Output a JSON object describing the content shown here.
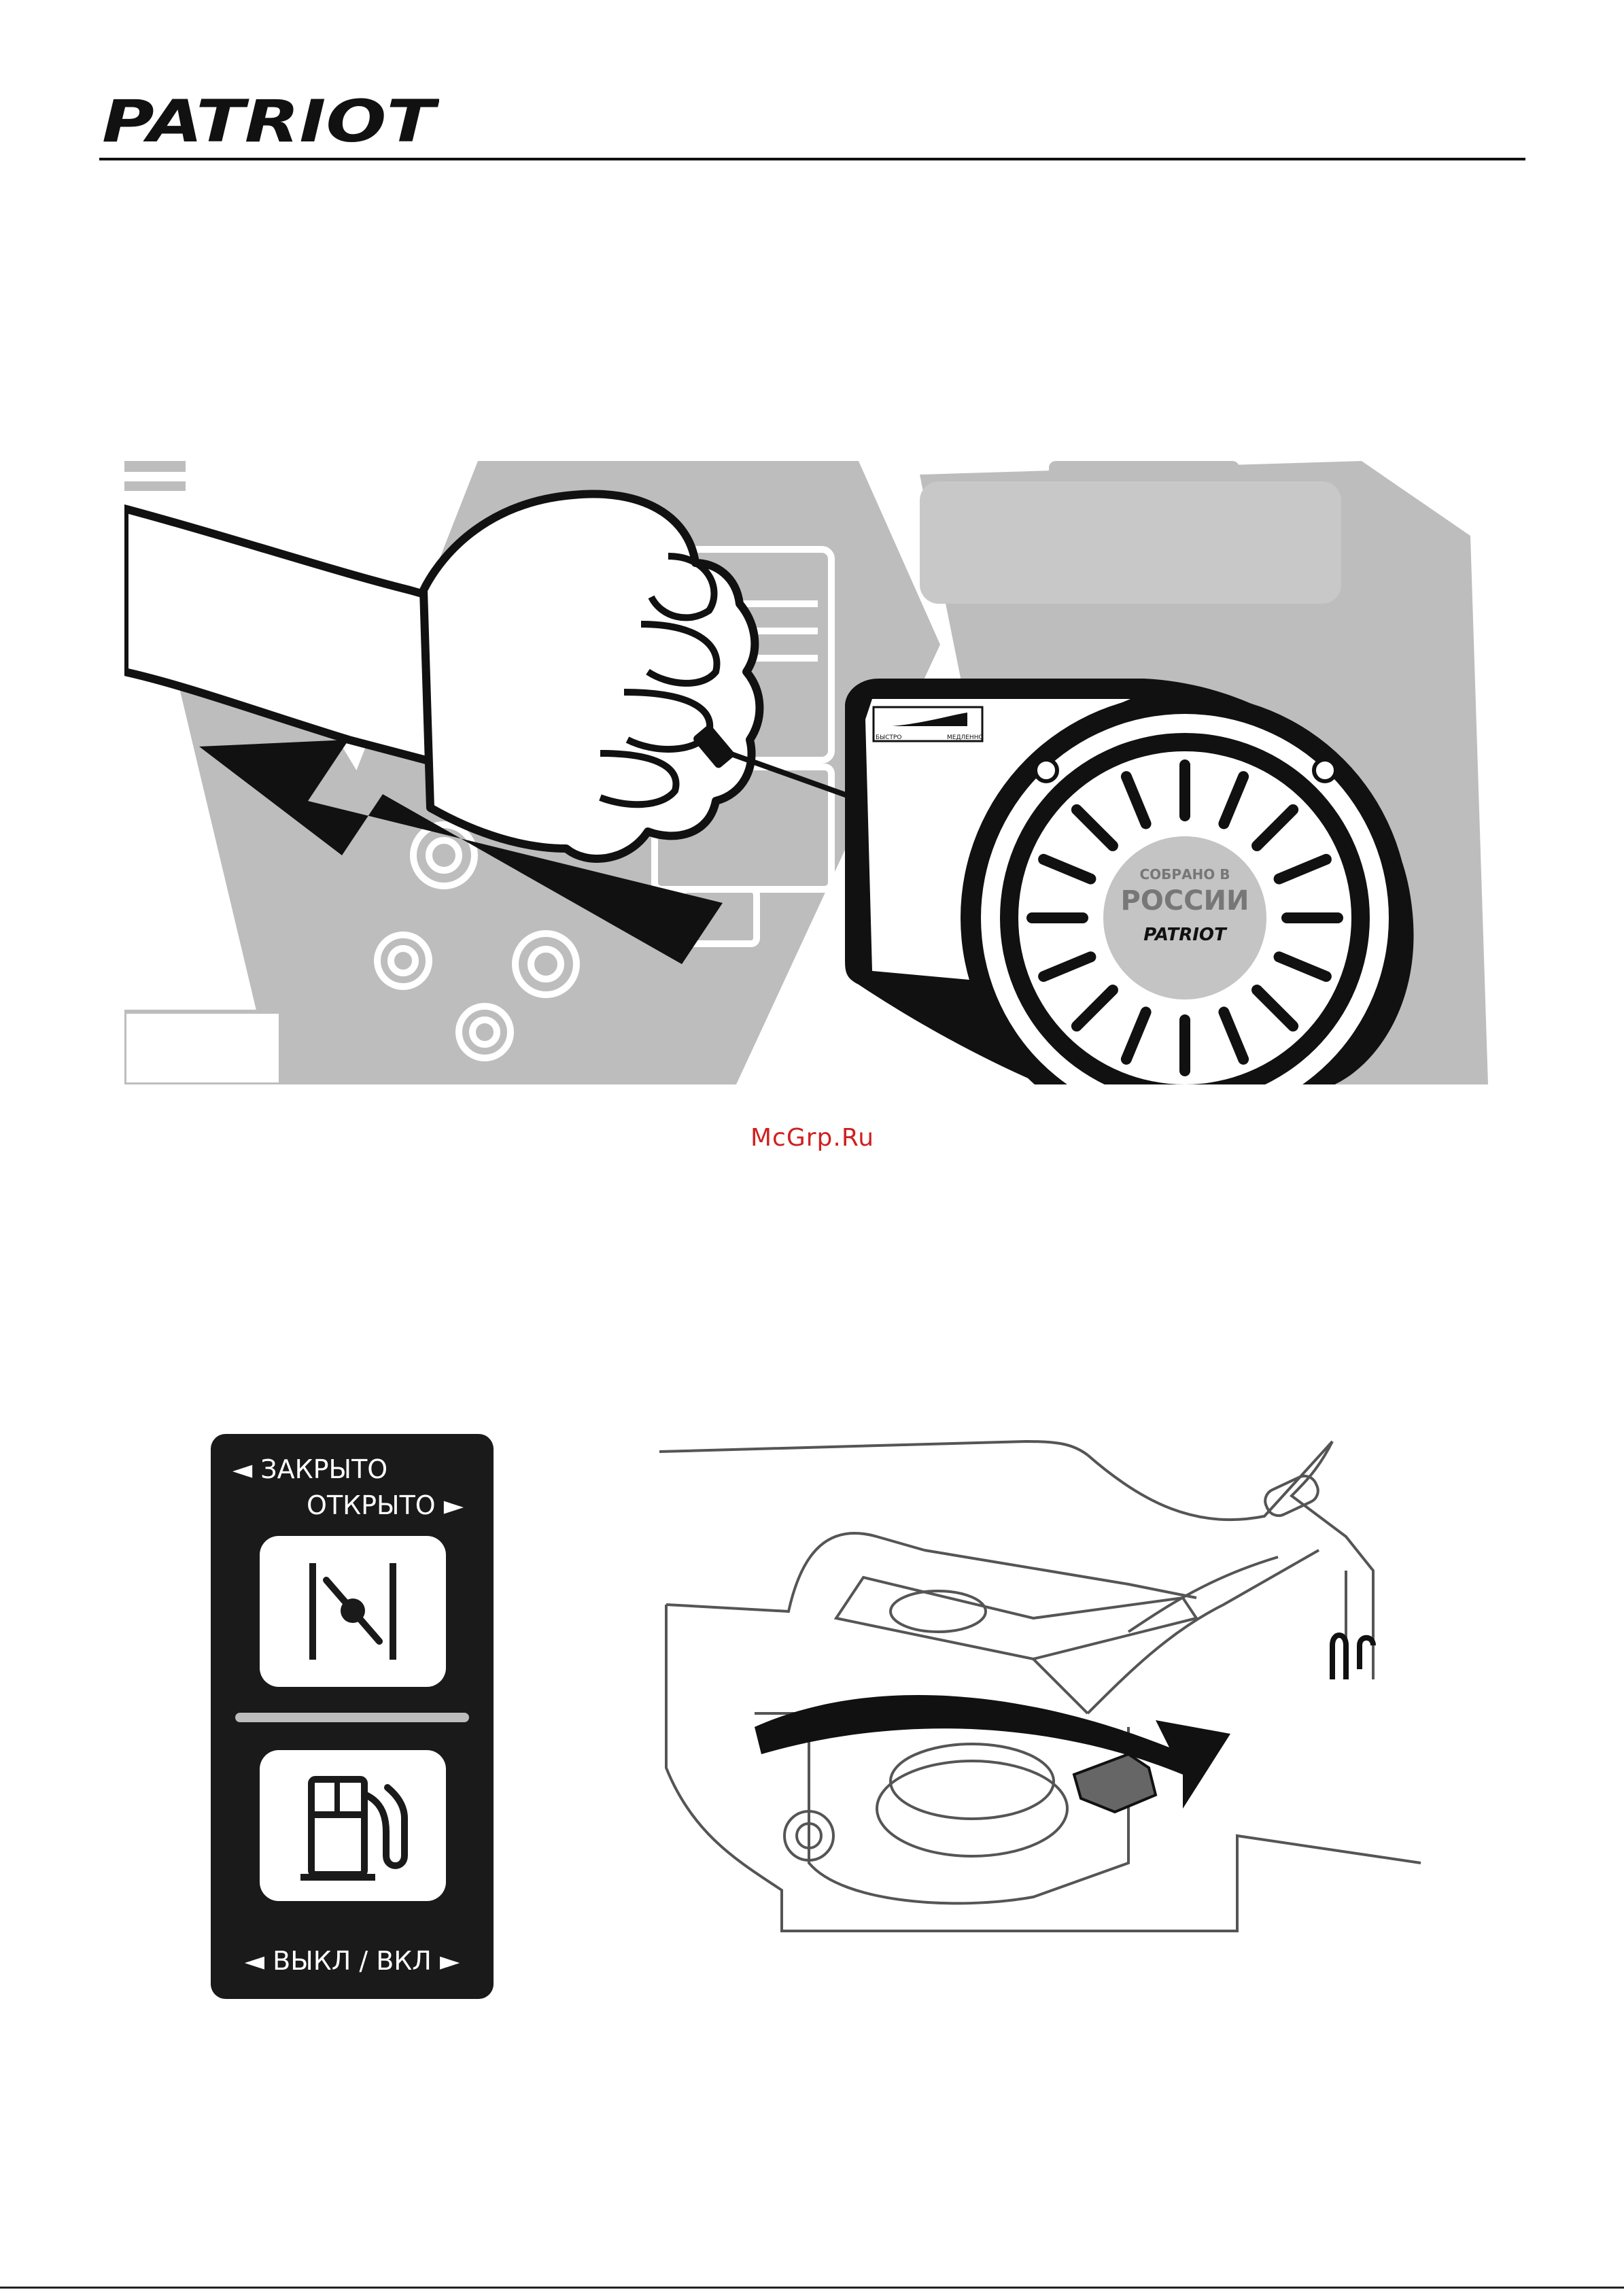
{
  "header": {
    "brand": "PATRIOT"
  },
  "figure1": {
    "label_badge_line1": "СОБРАНО В",
    "label_badge_line2": "РОССИИ",
    "label_badge_brand": "PATRIOT",
    "sticker_fast": "БЫСТРО",
    "sticker_slow": "МЕДЛЕННО"
  },
  "watermark": "McGrp.Ru",
  "control_panel": {
    "choke_closed": "◄ ЗАКРЫТО",
    "choke_open": "ОТКРЫТО ►",
    "choke_icon": "choke-valve-icon",
    "fuel_icon": "fuel-pump-icon",
    "fuel_switch": "◄ ВЫКЛ / ВКЛ ►"
  },
  "colors": {
    "machine_grey": "#bdbdbd",
    "panel_black": "#1a1a1a",
    "watermark_red": "#d02020"
  }
}
